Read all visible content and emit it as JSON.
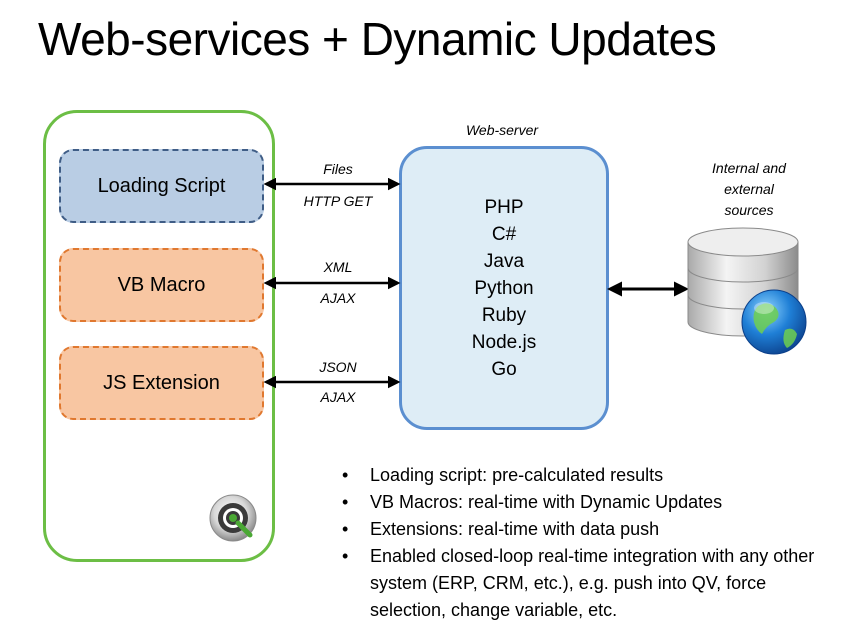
{
  "title": "Web-services + Dynamic Updates",
  "qlikview": {
    "modules": [
      {
        "label": "Loading Script"
      },
      {
        "label": "VB Macro"
      },
      {
        "label": "JS Extension"
      }
    ],
    "logo_icon": "qlikview-logo-icon"
  },
  "connections": [
    {
      "top": "Files",
      "bottom": "HTTP GET"
    },
    {
      "top": "XML",
      "bottom": "AJAX"
    },
    {
      "top": "JSON",
      "bottom": "AJAX"
    }
  ],
  "webserver": {
    "label": "Web-server",
    "languages": [
      "PHP",
      "C#",
      "Java",
      "Python",
      "Ruby",
      "Node.js",
      "Go"
    ]
  },
  "sources": {
    "label_lines": [
      "Internal and",
      "external",
      "sources"
    ],
    "icon": "database-globe-icon"
  },
  "colors": {
    "qlikview_border": "#6cbe45",
    "loading_fill": "#b9cde4",
    "loading_border": "#3f5d86",
    "macro_fill": "#f8c6a2",
    "macro_border": "#e0782f",
    "webserver_fill": "#deedf6",
    "webserver_border": "#5b8fd0"
  },
  "bullets": [
    "Loading script: pre-calculated results",
    "VB Macros: real-time with Dynamic Updates",
    "Extensions: real-time with data push",
    "Enabled closed-loop real-time integration with any other system (ERP, CRM, etc.), e.g. push into QV, force selection, change variable, etc."
  ]
}
